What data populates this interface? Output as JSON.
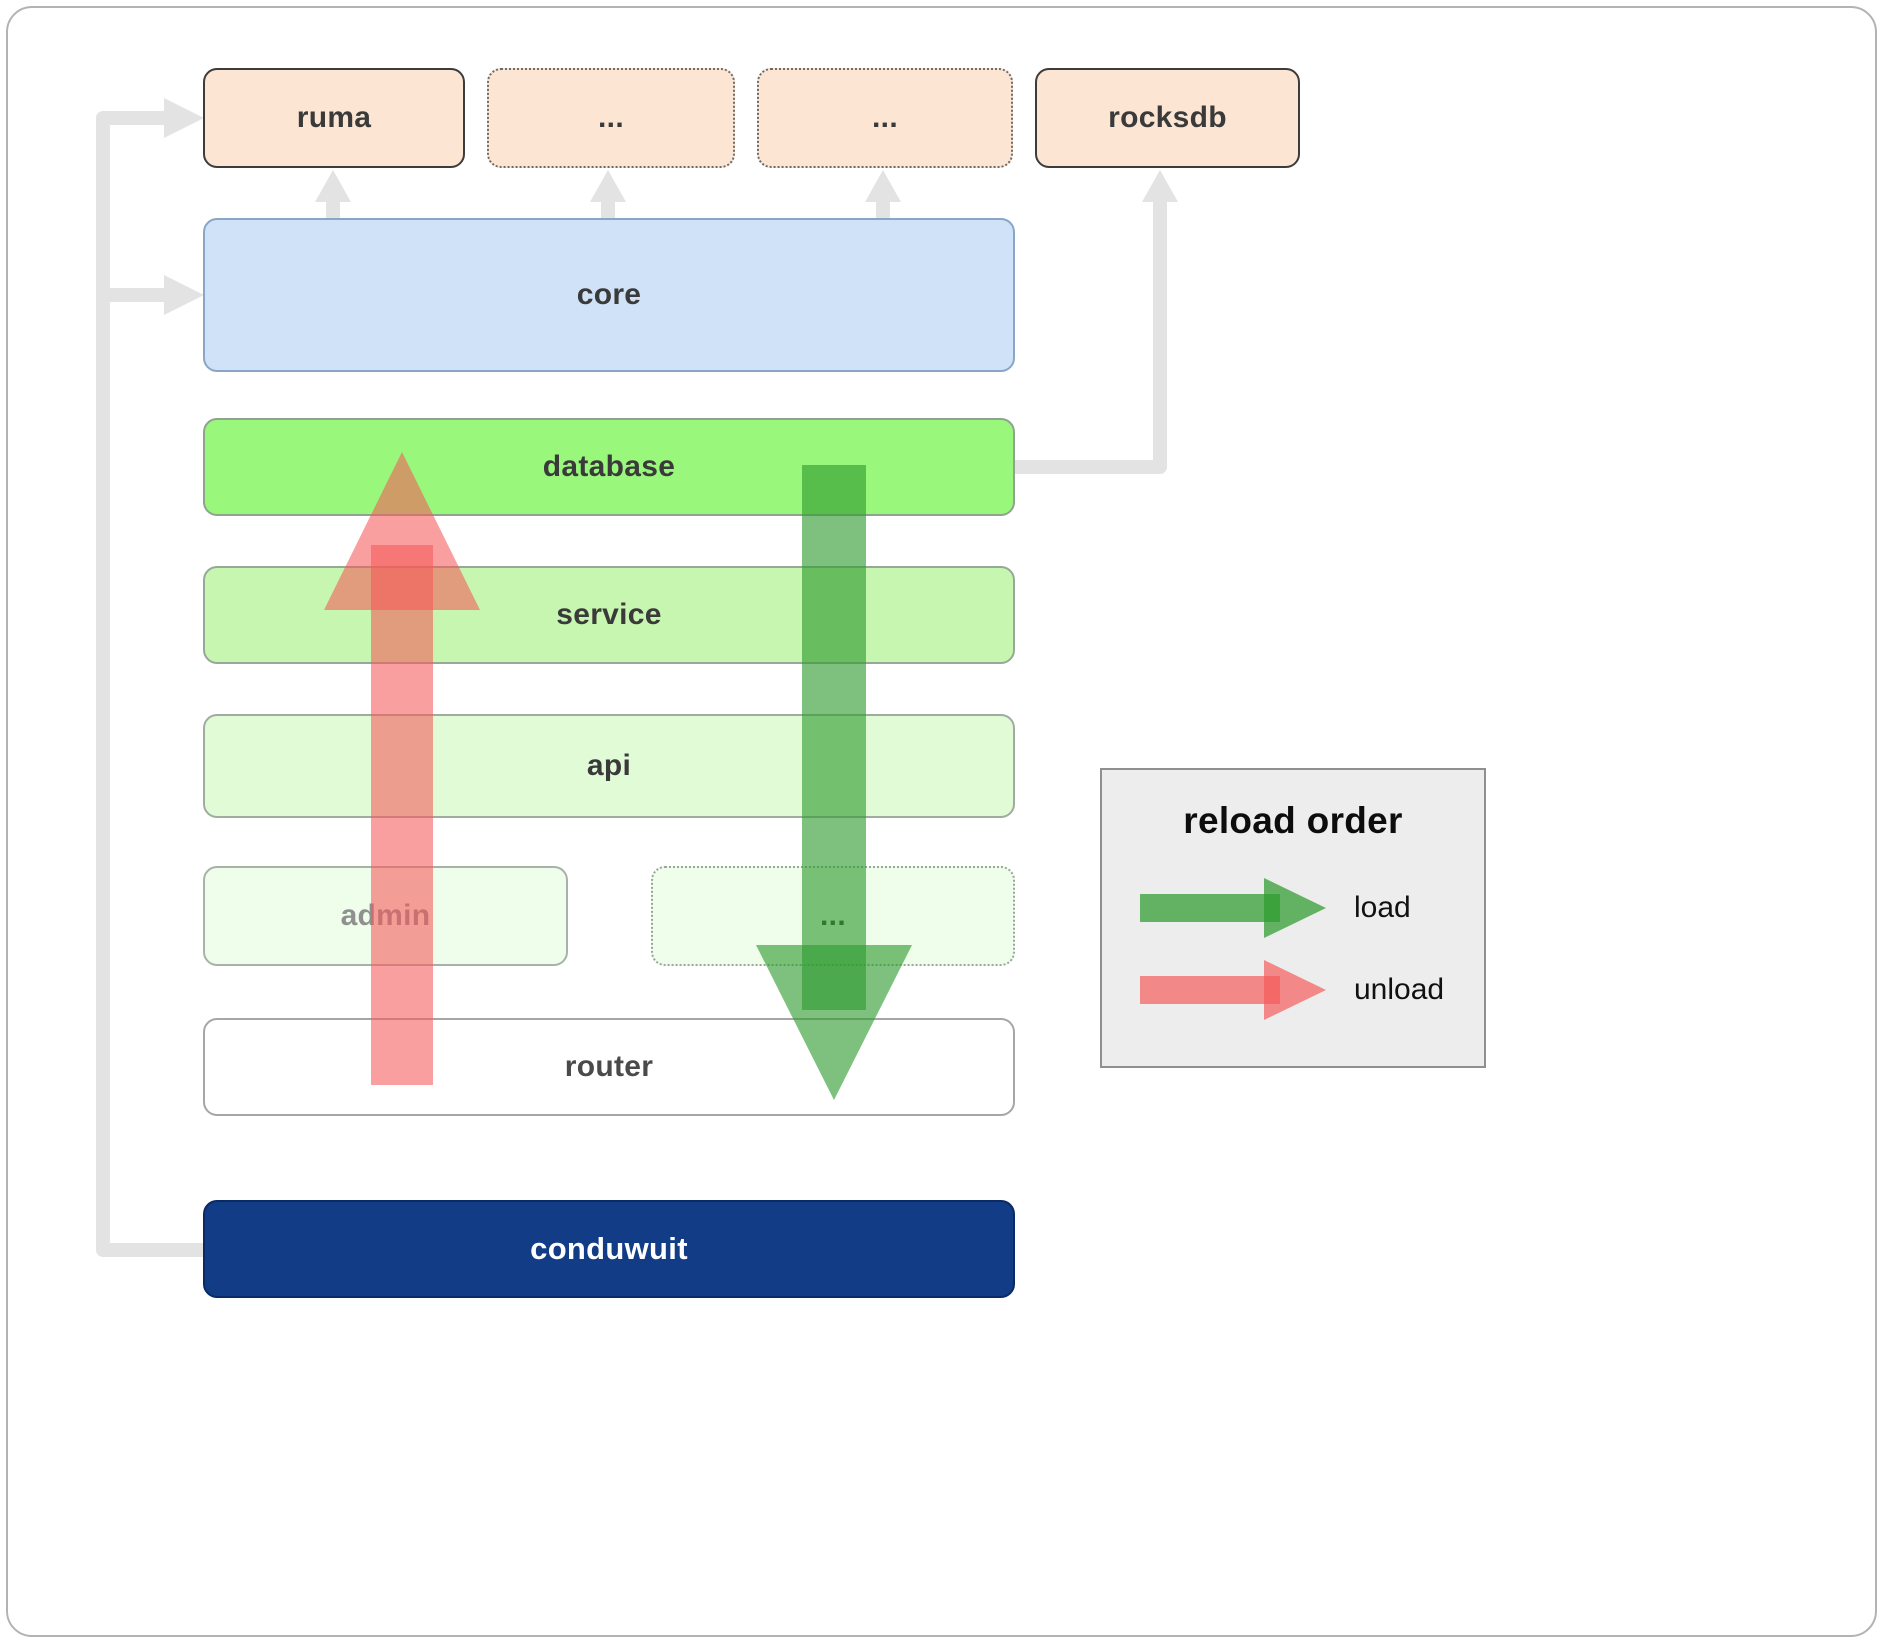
{
  "boxes": {
    "ruma": {
      "label": "ruma"
    },
    "dots_top_1": {
      "label": "..."
    },
    "dots_top_2": {
      "label": "..."
    },
    "rocksdb": {
      "label": "rocksdb"
    },
    "core": {
      "label": "core"
    },
    "database": {
      "label": "database"
    },
    "service": {
      "label": "service"
    },
    "api": {
      "label": "api"
    },
    "admin": {
      "label": "admin"
    },
    "dots_mid": {
      "label": "..."
    },
    "router": {
      "label": "router"
    },
    "conduwuit": {
      "label": "conduwuit"
    }
  },
  "legend": {
    "title": "reload order",
    "load_label": "load",
    "unload_label": "unload"
  },
  "colors": {
    "dependency_peach": "#fce5d3",
    "core_blue": "#cfe2f7",
    "database_green": "#99f87b",
    "service_green": "#c6f6af",
    "api_green": "#e2fbd7",
    "admin_green": "#effdeb",
    "conduwuit_navy": "#123c85",
    "connector_gray": "#e3e3e3",
    "load_arrow_green": "#2e9b2e",
    "unload_arrow_red": "#f45959"
  }
}
